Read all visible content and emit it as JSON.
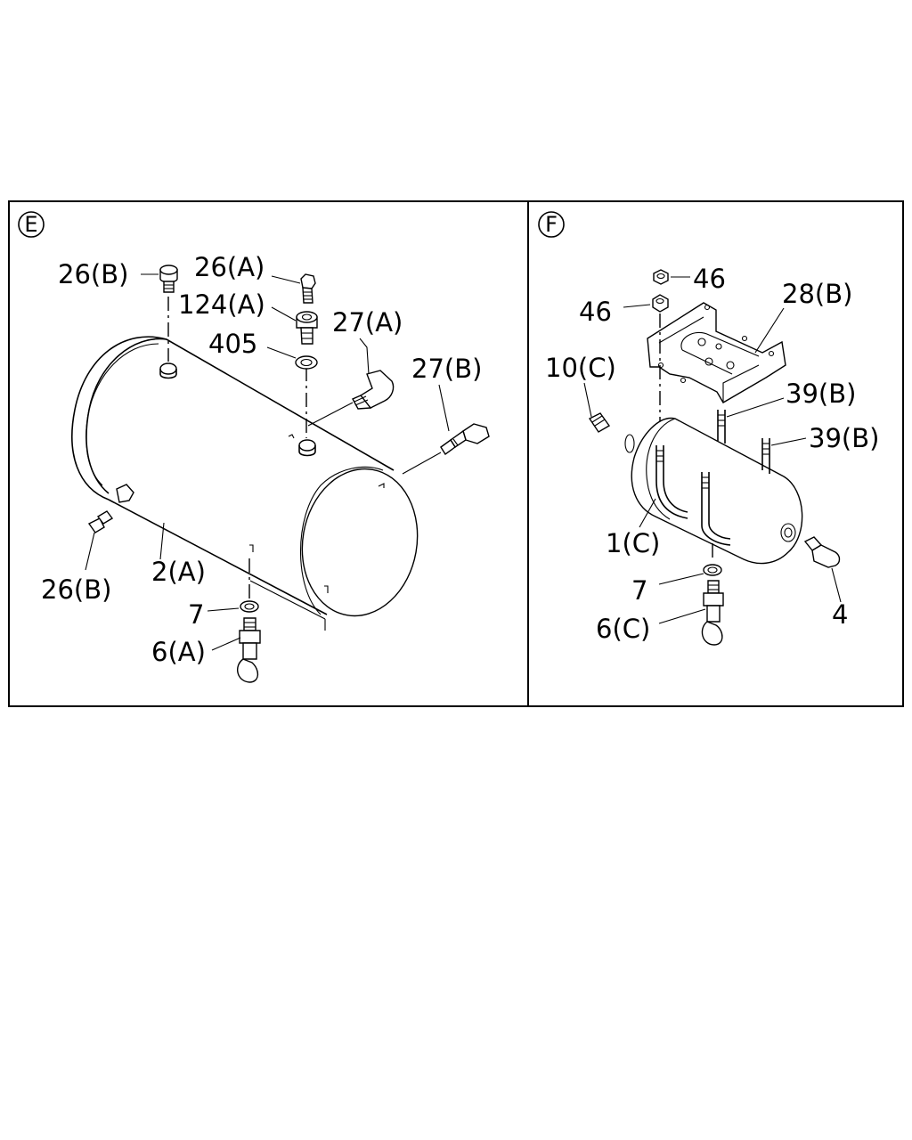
{
  "panels": [
    {
      "id": "E",
      "letter": "E"
    },
    {
      "id": "F",
      "letter": "F"
    }
  ],
  "callouts": {
    "E": [
      {
        "id": "26b_top",
        "text": "26(B)"
      },
      {
        "id": "26a",
        "text": "26(A)"
      },
      {
        "id": "124a",
        "text": "124(A)"
      },
      {
        "id": "405",
        "text": "405"
      },
      {
        "id": "27a",
        "text": "27(A)"
      },
      {
        "id": "27b",
        "text": "27(B)"
      },
      {
        "id": "26b_bottom",
        "text": "26(B)"
      },
      {
        "id": "2a",
        "text": "2(A)"
      },
      {
        "id": "7",
        "text": "7"
      },
      {
        "id": "6a",
        "text": "6(A)"
      }
    ],
    "F": [
      {
        "id": "46_upper",
        "text": "46"
      },
      {
        "id": "46_lower",
        "text": "46"
      },
      {
        "id": "28b",
        "text": "28(B)"
      },
      {
        "id": "10c",
        "text": "10(C)"
      },
      {
        "id": "39b_upper",
        "text": "39(B)"
      },
      {
        "id": "39b_lower",
        "text": "39(B)"
      },
      {
        "id": "1c",
        "text": "1(C)"
      },
      {
        "id": "7",
        "text": "7"
      },
      {
        "id": "4",
        "text": "4"
      },
      {
        "id": "6c",
        "text": "6(C)"
      }
    ]
  }
}
